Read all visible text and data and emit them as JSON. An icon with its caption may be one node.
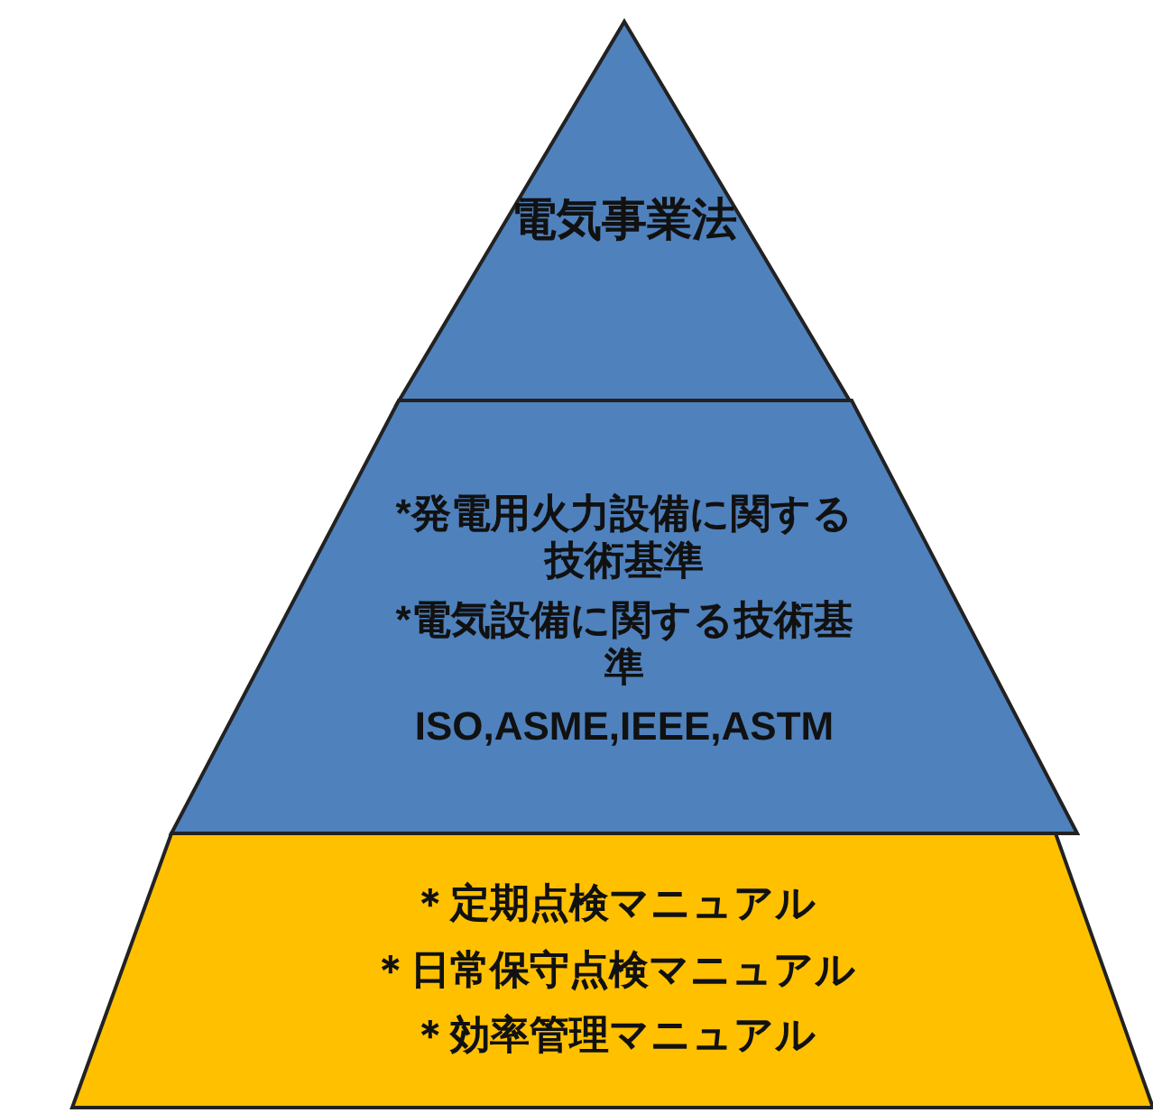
{
  "diagram": {
    "nodes": [
      {
        "text": [
          "電気事業法"
        ]
      },
      {
        "text": [
          "*発電用火力設備に関する技術基準",
          "*電気設備に関する技術基準",
          "ISO,ASME,IEEE,ASTM"
        ]
      },
      {
        "text": [
          "＊定期点検マニュアル",
          "＊日常保守点検マニュアル",
          "＊効率管理マニュアル"
        ]
      }
    ]
  }
}
